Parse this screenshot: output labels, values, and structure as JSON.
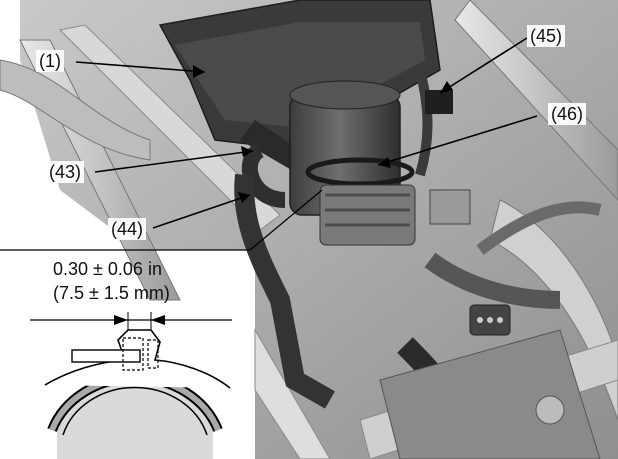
{
  "callouts": {
    "c1": "(1)",
    "c43": "(43)",
    "c44": "(44)",
    "c45": "(45)",
    "c46": "(46)"
  },
  "specification": {
    "imperial": "0.30 ± 0.06 in",
    "metric": "(7.5 ± 1.5 mm)"
  }
}
